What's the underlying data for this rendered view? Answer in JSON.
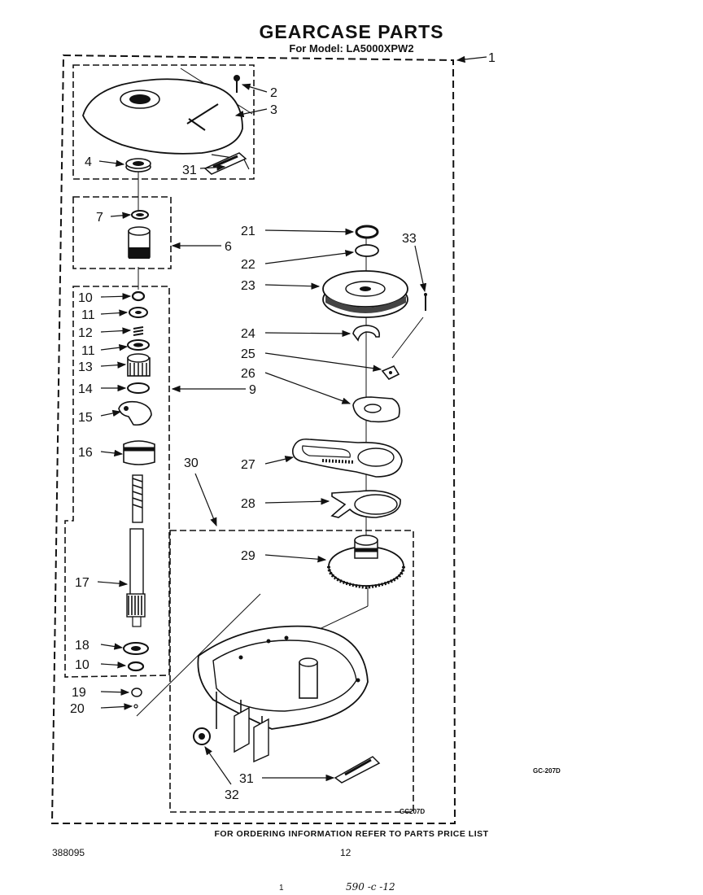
{
  "header": {
    "title": "GEARCASE PARTS",
    "subtitle": "For Model: LA5000XPW2"
  },
  "footer": {
    "ordering_note": "FOR ORDERING INFORMATION REFER TO PARTS PRICE LIST",
    "doc_number": "388095",
    "page_number": "12",
    "handwritten_note": "590 -c -12",
    "mark": "1"
  },
  "diagram_codes": {
    "outer": "GC-207D",
    "inner": "GC207D"
  },
  "callouts": [
    {
      "id": "c1",
      "label": "1"
    },
    {
      "id": "c2",
      "label": "2"
    },
    {
      "id": "c3",
      "label": "3"
    },
    {
      "id": "c4",
      "label": "4"
    },
    {
      "id": "c31a",
      "label": "31"
    },
    {
      "id": "c7",
      "label": "7"
    },
    {
      "id": "c6",
      "label": "6"
    },
    {
      "id": "c10a",
      "label": "10"
    },
    {
      "id": "c11a",
      "label": "11"
    },
    {
      "id": "c12",
      "label": "12"
    },
    {
      "id": "c11b",
      "label": "11"
    },
    {
      "id": "c13",
      "label": "13"
    },
    {
      "id": "c14",
      "label": "14"
    },
    {
      "id": "c9",
      "label": "9"
    },
    {
      "id": "c15",
      "label": "15"
    },
    {
      "id": "c16",
      "label": "16"
    },
    {
      "id": "c17",
      "label": "17"
    },
    {
      "id": "c18",
      "label": "18"
    },
    {
      "id": "c10b",
      "label": "10"
    },
    {
      "id": "c19",
      "label": "19"
    },
    {
      "id": "c20",
      "label": "20"
    },
    {
      "id": "c21",
      "label": "21"
    },
    {
      "id": "c22",
      "label": "22"
    },
    {
      "id": "c23",
      "label": "23"
    },
    {
      "id": "c33",
      "label": "33"
    },
    {
      "id": "c24",
      "label": "24"
    },
    {
      "id": "c25",
      "label": "25"
    },
    {
      "id": "c26",
      "label": "26"
    },
    {
      "id": "c27",
      "label": "27"
    },
    {
      "id": "c28",
      "label": "28"
    },
    {
      "id": "c30",
      "label": "30"
    },
    {
      "id": "c29",
      "label": "29"
    },
    {
      "id": "c31b",
      "label": "31"
    },
    {
      "id": "c32",
      "label": "32"
    }
  ]
}
